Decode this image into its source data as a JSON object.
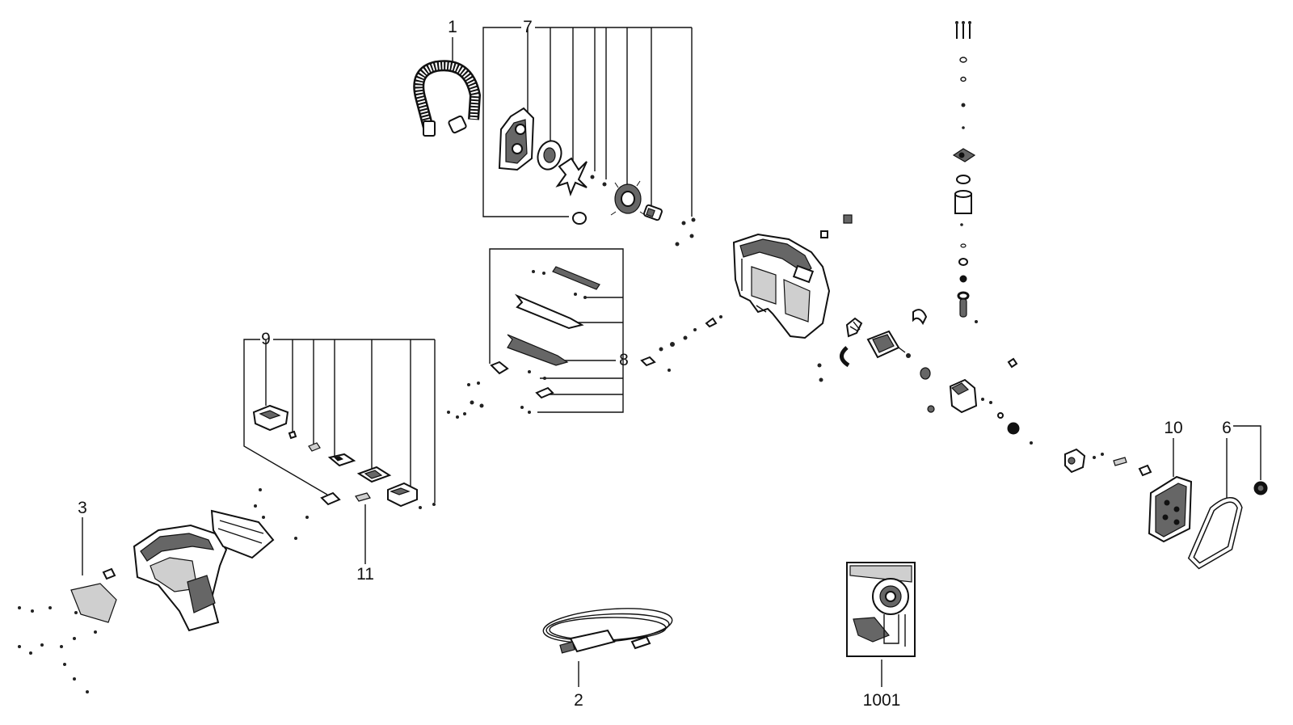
{
  "callouts": {
    "c1": "1",
    "c2": "2",
    "c3": "3",
    "c6": "6",
    "c7": "7",
    "c8": "8",
    "c9": "9",
    "c10": "10",
    "c11": "11",
    "c1001": "1001"
  }
}
